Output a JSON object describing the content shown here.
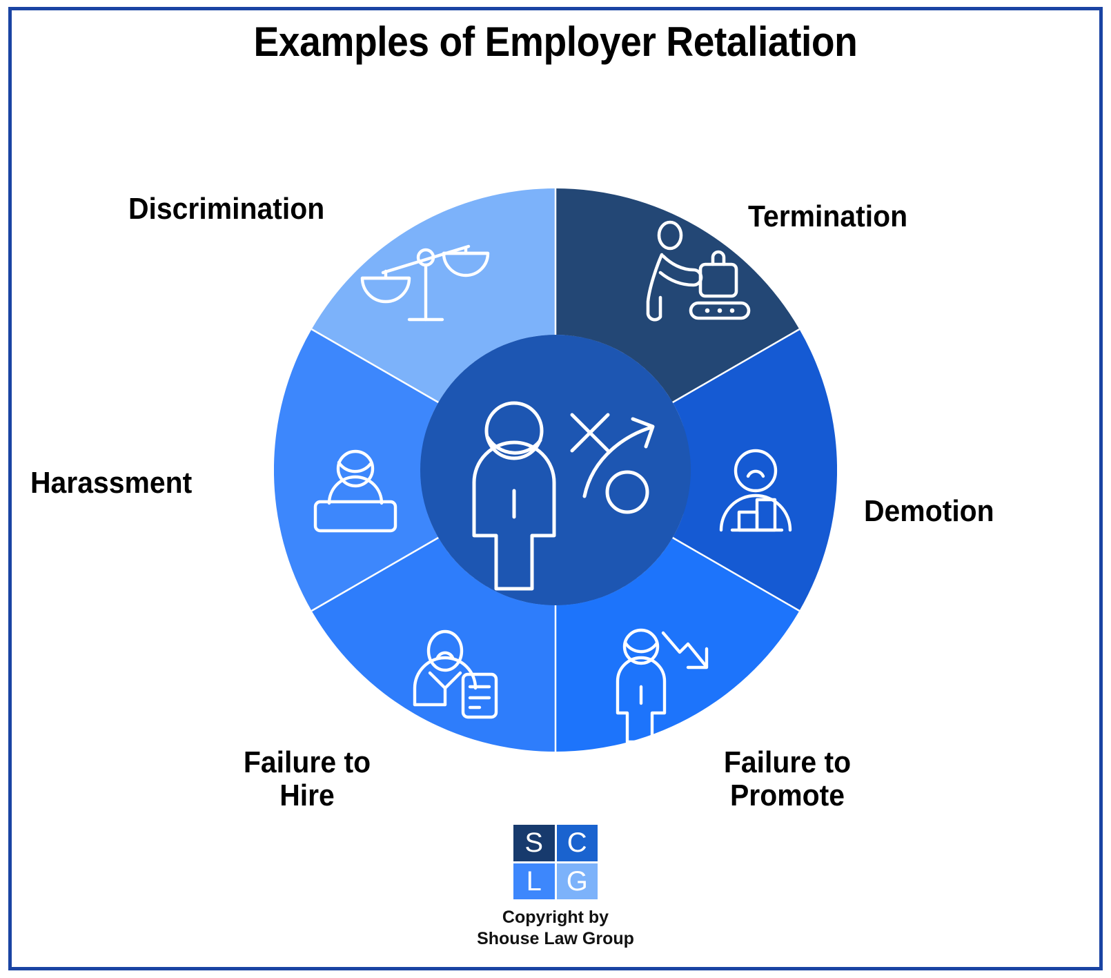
{
  "page": {
    "title": "Examples of Employer Retaliation",
    "background": "#ffffff",
    "border_color": "#1a44a3"
  },
  "center": {
    "icon": "person-with-strategy-plan-icon",
    "color": "#1d56b2"
  },
  "segments": [
    {
      "id": "termination",
      "label": "Termination",
      "color": "#234775",
      "icon": "person-leaving-with-briefcase-icon",
      "start_angle": 0,
      "end_angle": 60
    },
    {
      "id": "demotion",
      "label": "Demotion",
      "color": "#155ad3",
      "icon": "sad-person-descending-bars-icon",
      "start_angle": 60,
      "end_angle": 120
    },
    {
      "id": "failure-to-promote",
      "label": "Failure to\nPromote",
      "color": "#1d74fb",
      "icon": "person-with-down-arrow-icon",
      "start_angle": 120,
      "end_angle": 180
    },
    {
      "id": "failure-to-hire",
      "label": "Failure to\nHire",
      "color": "#2e7dfb",
      "icon": "sad-applicant-with-resume-icon",
      "start_angle": 180,
      "end_angle": 240
    },
    {
      "id": "harassment",
      "label": "Harassment",
      "color": "#3d87fc",
      "icon": "person-at-desk-icon",
      "start_angle": 240,
      "end_angle": 300
    },
    {
      "id": "discrimination",
      "label": "Discrimination",
      "color": "#7cb2fa",
      "icon": "unbalanced-scales-icon",
      "start_angle": 300,
      "end_angle": 360
    }
  ],
  "footer": {
    "logo_letters": [
      "S",
      "C",
      "L",
      "G"
    ],
    "logo_colors": [
      "#173a6d",
      "#1a63cf",
      "#3d87fc",
      "#7cb2fa"
    ],
    "copyright_line1": "Copyright by",
    "copyright_line2": "Shouse Law Group"
  },
  "chart_data": {
    "type": "pie",
    "title": "Examples of Employer Retaliation",
    "categories": [
      "Termination",
      "Demotion",
      "Failure to Promote",
      "Failure to Hire",
      "Harassment",
      "Discrimination"
    ],
    "values": [
      16.67,
      16.67,
      16.67,
      16.67,
      16.67,
      16.67
    ],
    "colors": [
      "#234775",
      "#155ad3",
      "#1d74fb",
      "#2e7dfb",
      "#3d87fc",
      "#7cb2fa"
    ],
    "legend": "labels placed outside each segment",
    "xlabel": "",
    "ylabel": ""
  }
}
